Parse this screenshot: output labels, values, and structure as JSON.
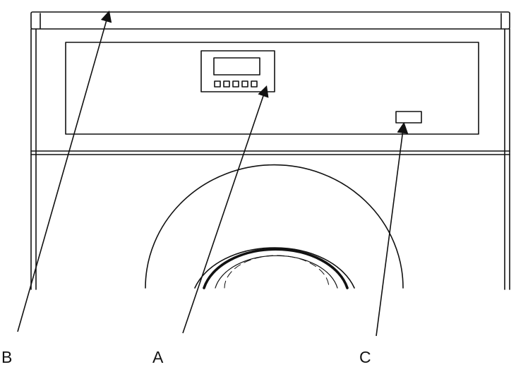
{
  "diagram": {
    "description_colors": {
      "line": "#111111",
      "background": "#ffffff"
    },
    "callouts": {
      "b": {
        "label": "B",
        "target": "top-cover"
      },
      "a": {
        "label": "A",
        "target": "control-display-panel"
      },
      "c": {
        "label": "C",
        "target": "panel-button-slot"
      }
    }
  }
}
